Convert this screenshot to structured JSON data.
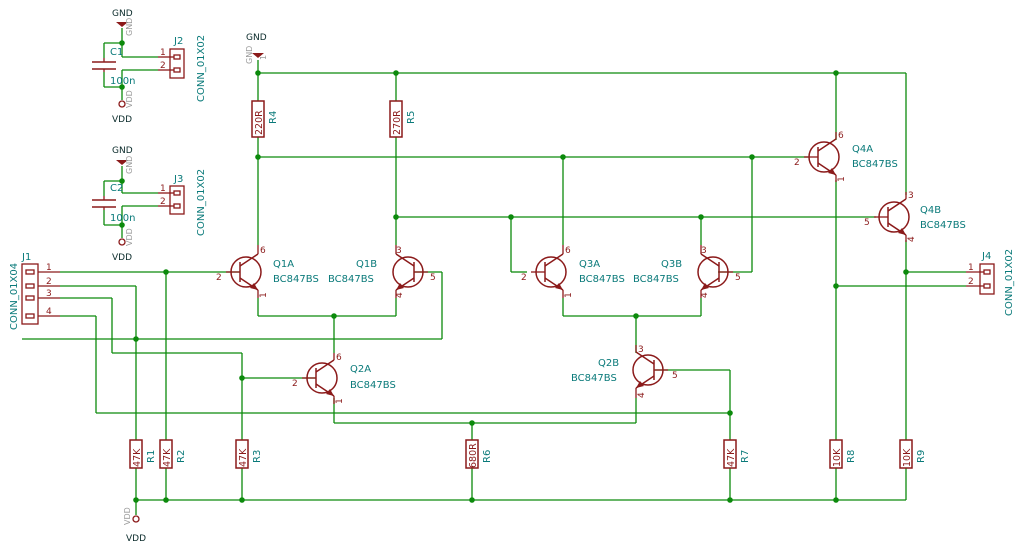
{
  "power": {
    "gnd": "GND",
    "vdd": "VDD",
    "pin": "1"
  },
  "capacitors": [
    {
      "ref": "C1",
      "value": "100n"
    },
    {
      "ref": "C2",
      "value": "100n"
    }
  ],
  "connectors": {
    "J1": {
      "ref": "J1",
      "value": "CONN_01X04",
      "pins": [
        "1",
        "2",
        "3",
        "4"
      ]
    },
    "J2": {
      "ref": "J2",
      "value": "CONN_01X02",
      "pins": [
        "1",
        "2"
      ]
    },
    "J3": {
      "ref": "J3",
      "value": "CONN_01X02",
      "pins": [
        "1",
        "2"
      ]
    },
    "J4": {
      "ref": "J4",
      "value": "CONN_01X02",
      "pins": [
        "1",
        "2"
      ]
    }
  },
  "resistors": {
    "R1": {
      "ref": "R1",
      "value": "47K"
    },
    "R2": {
      "ref": "R2",
      "value": "47K"
    },
    "R3": {
      "ref": "R3",
      "value": "47K"
    },
    "R4": {
      "ref": "R4",
      "value": "220R"
    },
    "R5": {
      "ref": "R5",
      "value": "270R"
    },
    "R6": {
      "ref": "R6",
      "value": "680R"
    },
    "R7": {
      "ref": "R7",
      "value": "47K"
    },
    "R8": {
      "ref": "R8",
      "value": "10K"
    },
    "R9": {
      "ref": "R9",
      "value": "10K"
    }
  },
  "transistors": {
    "Q1A": {
      "ref": "Q1A",
      "value": "BC847BS",
      "pins": {
        "b": "2",
        "c": "6",
        "e": "1"
      }
    },
    "Q1B": {
      "ref": "Q1B",
      "value": "BC847BS",
      "pins": {
        "b": "5",
        "c": "3",
        "e": "4"
      }
    },
    "Q2A": {
      "ref": "Q2A",
      "value": "BC847BS",
      "pins": {
        "b": "2",
        "c": "6",
        "e": "1"
      }
    },
    "Q2B": {
      "ref": "Q2B",
      "value": "BC847BS",
      "pins": {
        "b": "5",
        "c": "3",
        "e": "4"
      }
    },
    "Q3A": {
      "ref": "Q3A",
      "value": "BC847BS",
      "pins": {
        "b": "2",
        "c": "6",
        "e": "1"
      }
    },
    "Q3B": {
      "ref": "Q3B",
      "value": "BC847BS",
      "pins": {
        "b": "5",
        "c": "3",
        "e": "4"
      }
    },
    "Q4A": {
      "ref": "Q4A",
      "value": "BC847BS",
      "pins": {
        "b": "2",
        "c": "6",
        "e": "1"
      }
    },
    "Q4B": {
      "ref": "Q4B",
      "value": "BC847BS",
      "pins": {
        "b": "5",
        "c": "3",
        "e": "4"
      }
    }
  }
}
